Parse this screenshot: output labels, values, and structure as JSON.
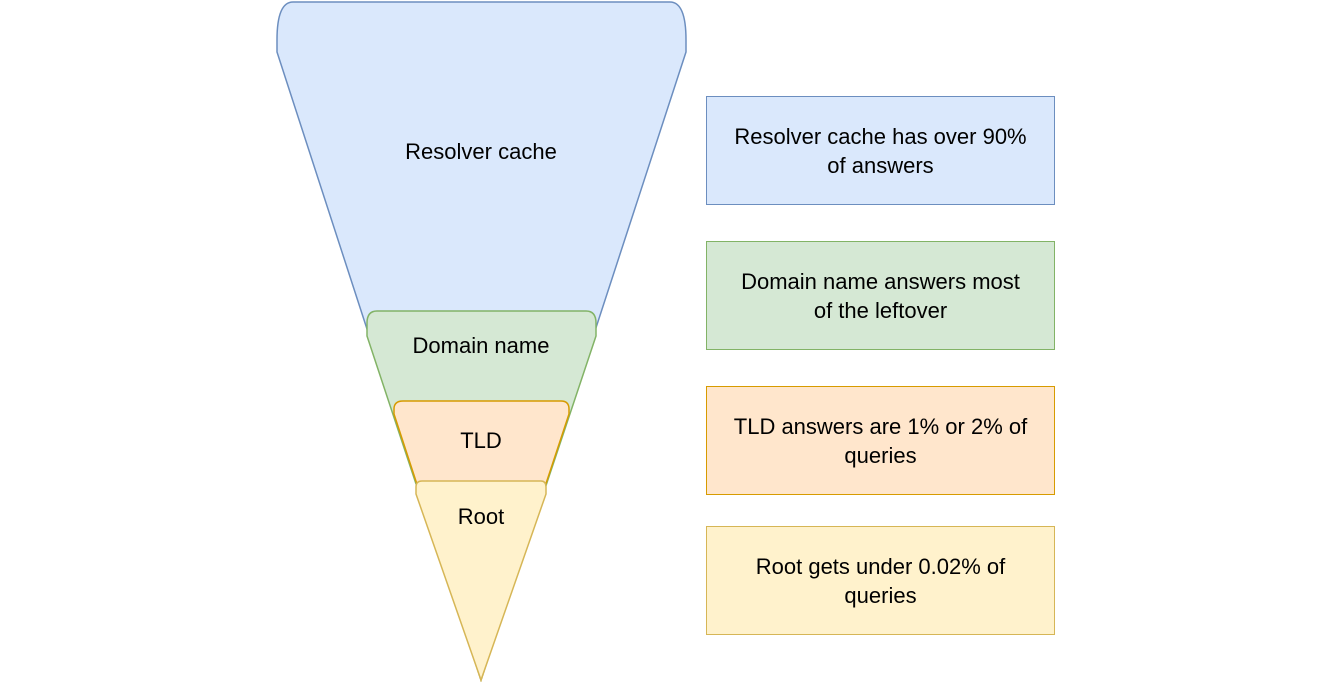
{
  "funnel": {
    "layers": [
      {
        "id": "resolver",
        "label": "Resolver cache",
        "fill": "#dae8fc",
        "stroke": "#6c8ebf"
      },
      {
        "id": "domain",
        "label": "Domain name",
        "fill": "#d5e8d4",
        "stroke": "#82b366"
      },
      {
        "id": "tld",
        "label": "TLD",
        "fill": "#ffe6cc",
        "stroke": "#d79b00"
      },
      {
        "id": "root",
        "label": "Root",
        "fill": "#fff2cc",
        "stroke": "#d6b656"
      }
    ]
  },
  "notes": [
    {
      "id": "resolver",
      "text": "Resolver cache has over 90% of answers"
    },
    {
      "id": "domain",
      "text": "Domain name answers most of the leftover"
    },
    {
      "id": "tld",
      "text": "TLD answers are 1% or 2% of queries"
    },
    {
      "id": "root",
      "text": "Root gets under 0.02% of queries"
    }
  ]
}
